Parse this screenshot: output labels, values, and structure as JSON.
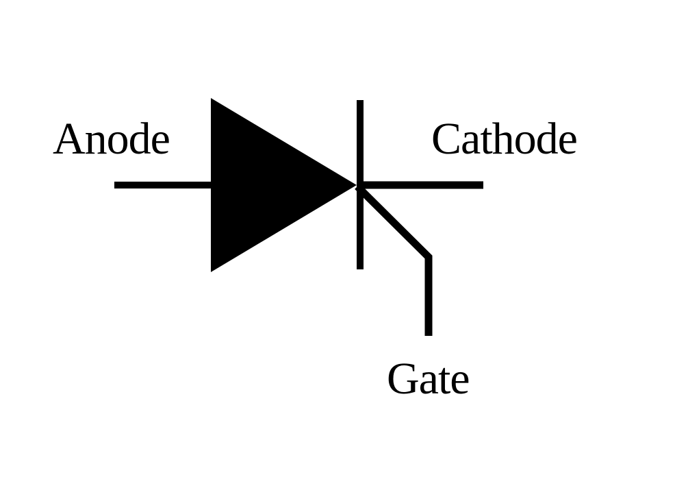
{
  "diagram": {
    "labels": {
      "anode": "Anode",
      "cathode": "Cathode",
      "gate": "Gate"
    },
    "colors": {
      "symbol": "#000000",
      "background": "#ffffff"
    }
  }
}
